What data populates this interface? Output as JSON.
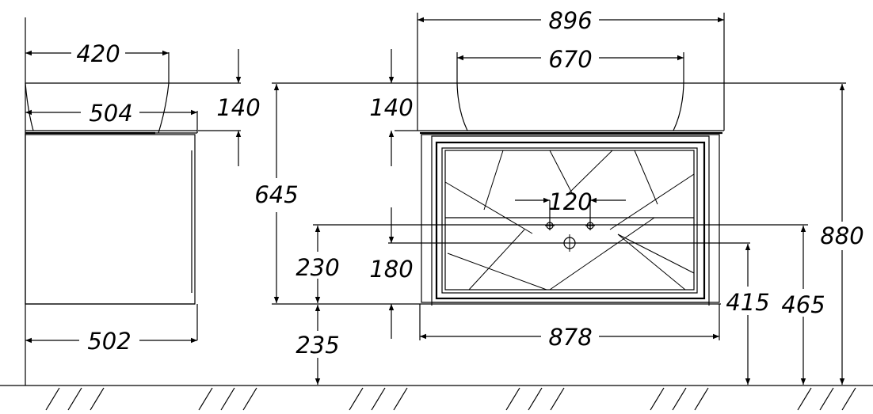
{
  "dimensions": {
    "side_basin_width": "420",
    "side_top_width": "504",
    "side_base_width": "502",
    "side_top_height": "140",
    "front_top_height": "140",
    "total_cabinet_height": "645",
    "front_outer_width": "896",
    "front_basin_width": "670",
    "tap_spacing": "120",
    "drawer_height": "230",
    "front_180": "180",
    "leg_height": "235",
    "front_cabinet_width": "878",
    "drain_height": "415",
    "tap_height": "465",
    "overall_height": "880"
  }
}
